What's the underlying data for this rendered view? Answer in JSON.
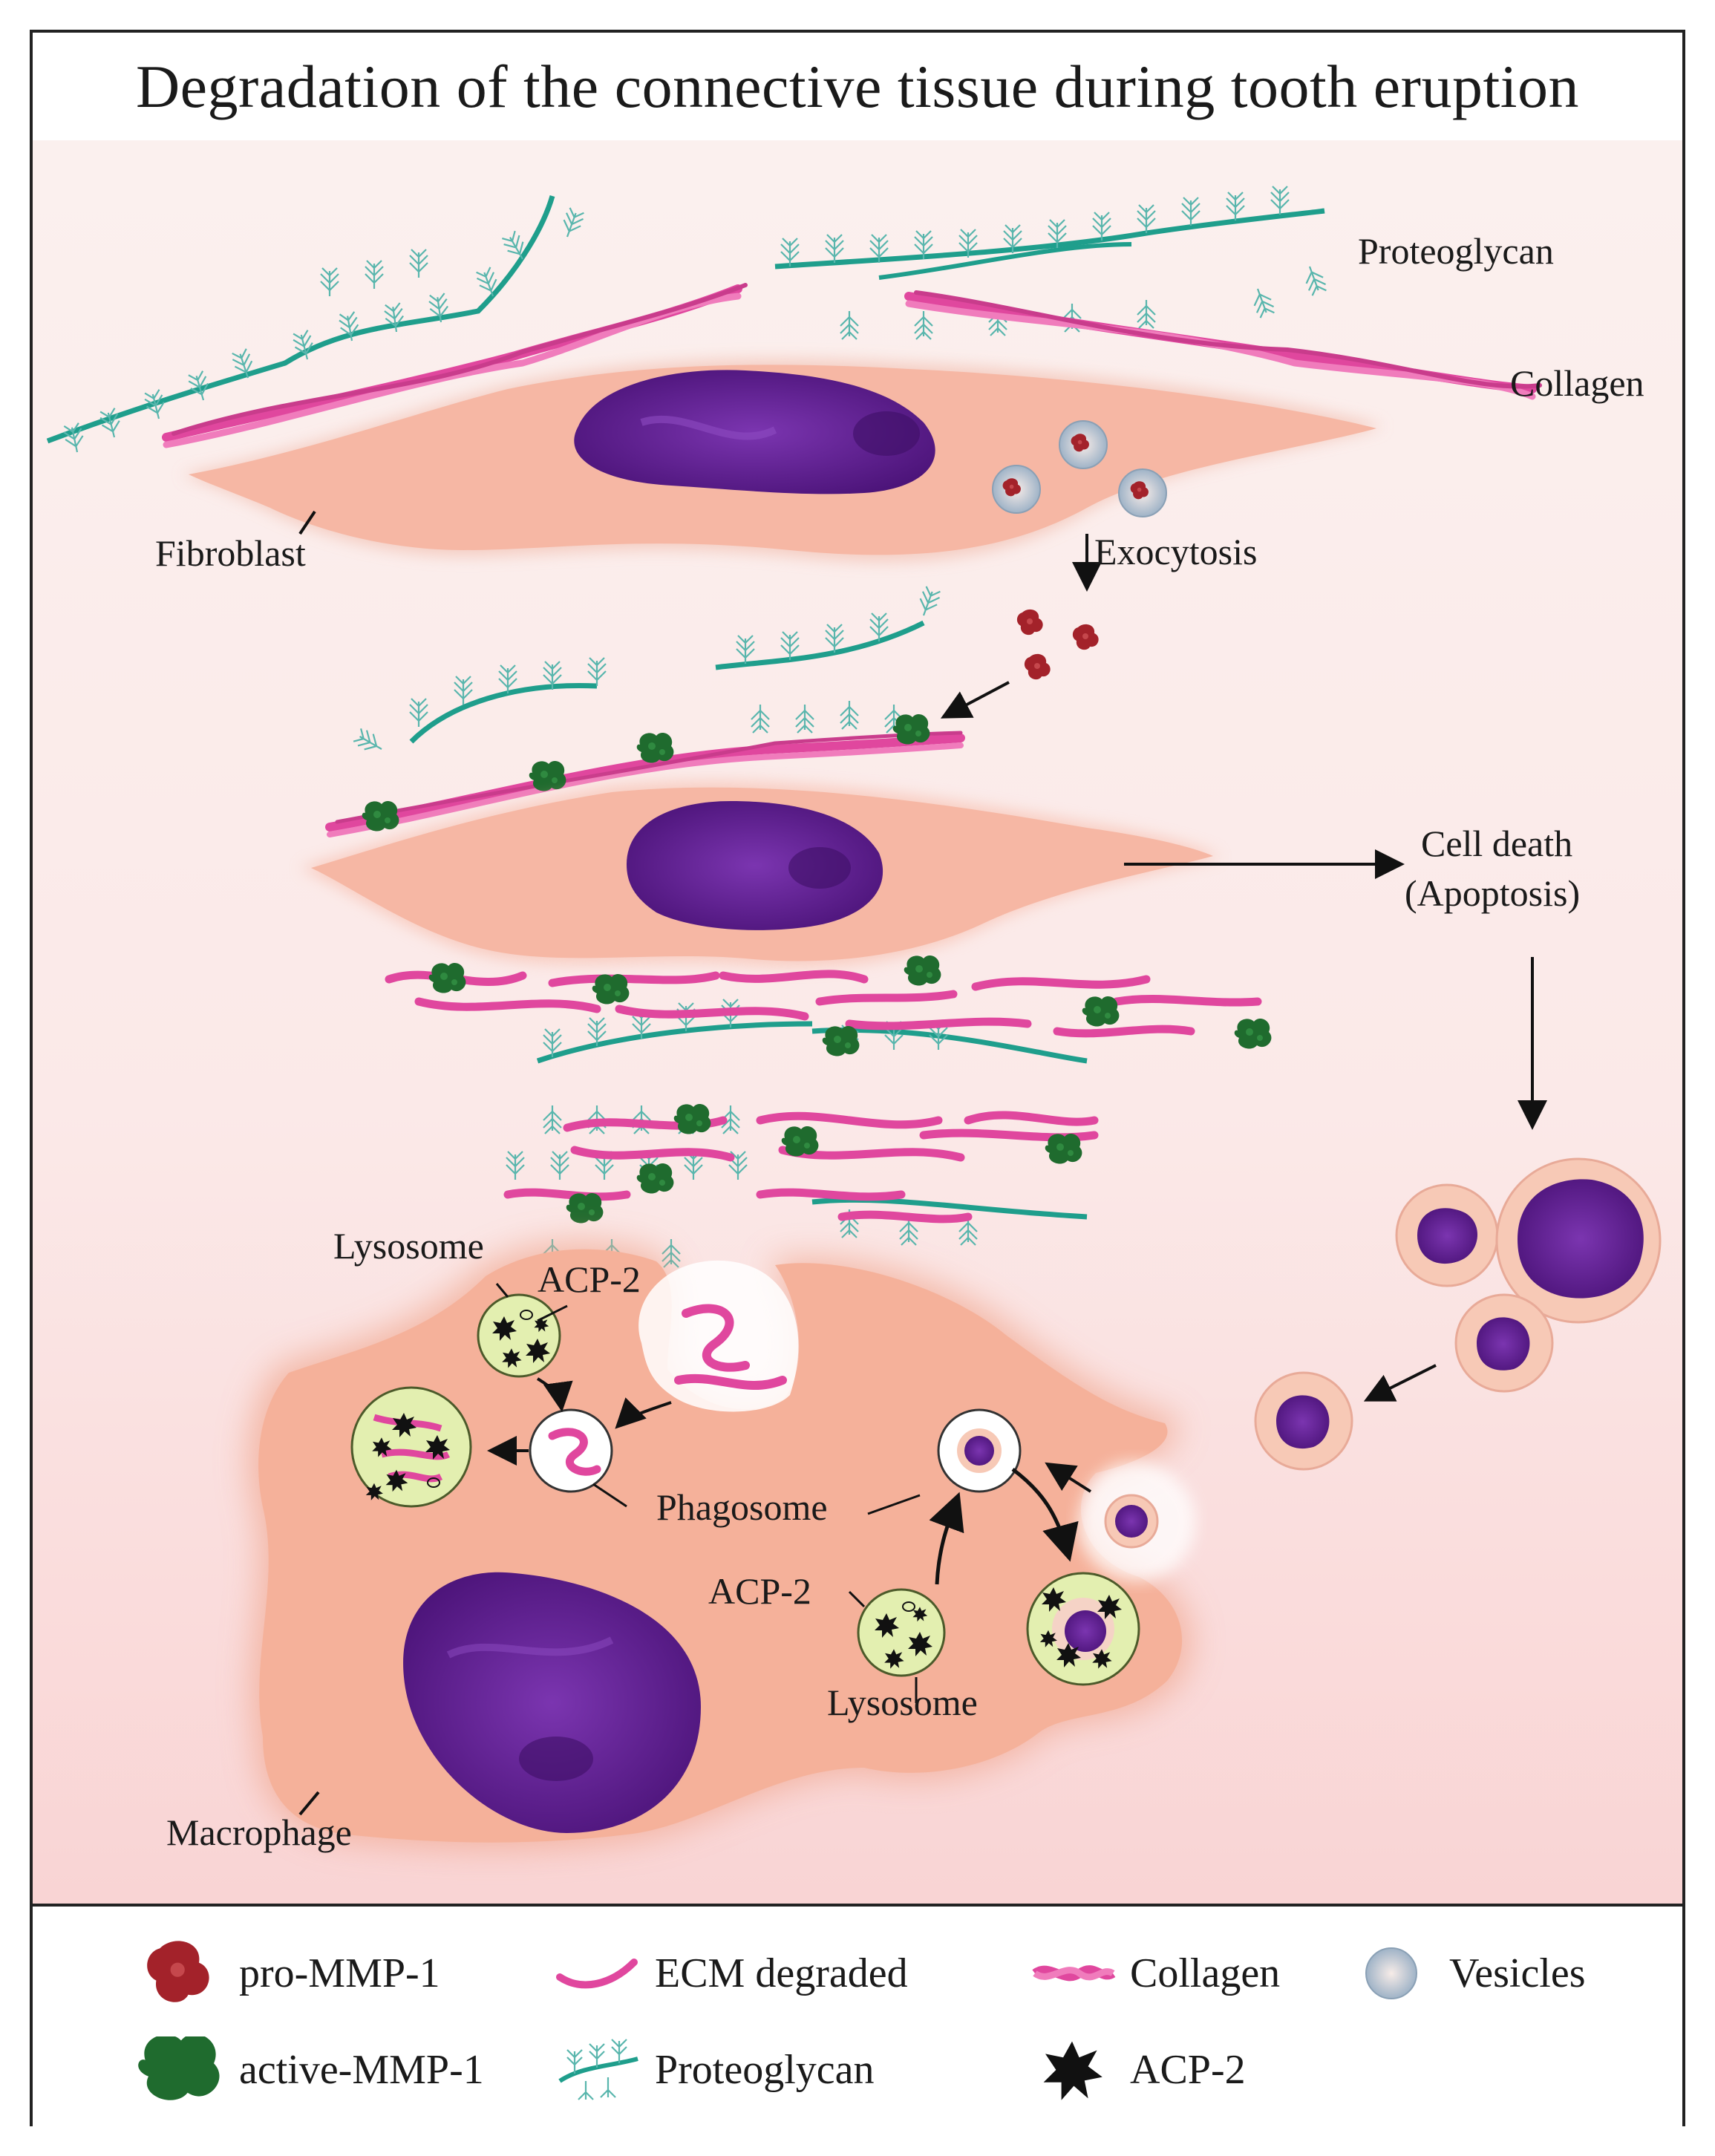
{
  "title": "Degradation of the connective tissue during tooth eruption",
  "labels": {
    "proteoglycan": "Proteoglycan",
    "collagen": "Collagen",
    "fibroblast": "Fibroblast",
    "exocytosis": "Exocytosis",
    "cell_death_1": "Cell death",
    "cell_death_2": "(Apoptosis)",
    "lysosome_top": "Lysosome",
    "acp2_top": "ACP-2",
    "phagosome": "Phagosome",
    "acp2_bottom": "ACP-2",
    "lysosome_bottom": "Lysosome",
    "macrophage": "Macrophage"
  },
  "legend": [
    {
      "icon": "pro-mmp1-icon",
      "label": "pro-MMP-1"
    },
    {
      "icon": "ecm-degraded-icon",
      "label": "ECM degraded"
    },
    {
      "icon": "collagen-icon",
      "label": "Collagen"
    },
    {
      "icon": "vesicles-icon",
      "label": "Vesicles"
    },
    {
      "icon": "active-mmp1-icon",
      "label": "active-MMP-1"
    },
    {
      "icon": "proteoglycan-icon",
      "label": "Proteoglycan"
    },
    {
      "icon": "acp2-icon",
      "label": "ACP-2"
    }
  ],
  "colors": {
    "collagen": "#e0479e",
    "proteoglycan": "#1f9e8c",
    "cell": "#f6b7a4",
    "nucleus": "#5a1b8c",
    "pro_mmp1": "#a3222a",
    "active_mmp1": "#1f6b2e",
    "lysosome": "#e3efb0",
    "acp2": "#111111"
  }
}
